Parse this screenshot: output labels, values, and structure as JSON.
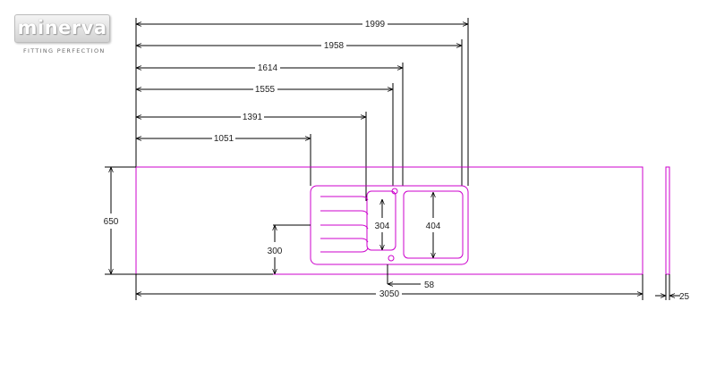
{
  "logo": {
    "wordmark": "minerva",
    "tagline": "FITTING PERFECTION"
  },
  "dimensions": {
    "d1999": "1999",
    "d1958": "1958",
    "d1614": "1614",
    "d1555": "1555",
    "d1391": "1391",
    "d1051": "1051",
    "height": "650",
    "offset": "300",
    "bowl_small": "304",
    "bowl_large": "404",
    "gap": "58",
    "length": "3050",
    "thickness": "25"
  },
  "colors": {
    "outline": "#cc00cc",
    "dimension": "#000000"
  }
}
